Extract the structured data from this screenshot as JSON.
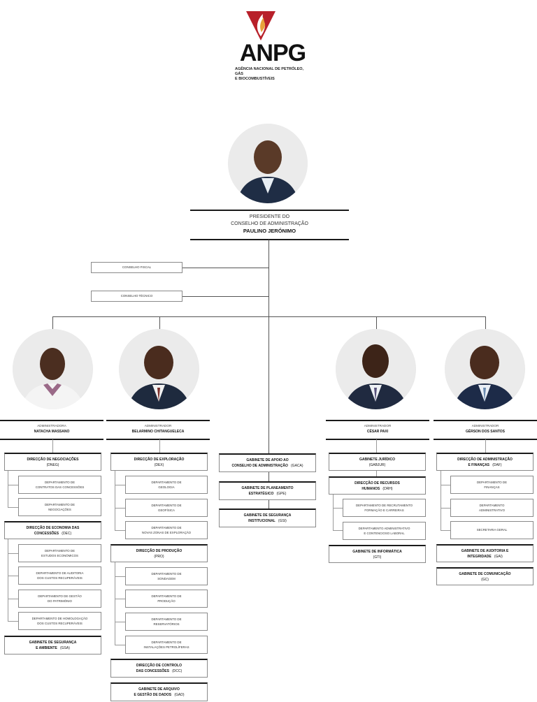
{
  "brand": {
    "acronym": "ANPG",
    "full_name_line1": "AGÊNCIA NACIONAL DE PETRÓLEO, GÁS",
    "full_name_line2": "E BIOCOMBUSTÍVEIS",
    "logo_color": "#b8202a",
    "flame_color": "#e8a33a"
  },
  "president": {
    "role_line1": "PRESIDENTE DO",
    "role_line2": "CONSELHO DE ADMINISTRAÇÃO",
    "name": "PAULINO JERÓNIMO"
  },
  "advisory": {
    "fiscal": "CONSELHO FISCAL",
    "technical": "CONSELHO TÉCNICO"
  },
  "central": [
    {
      "line1": "GABINETE DE APOIO AO",
      "line2": "CONSELHO DE ADMINISTRAÇÃO",
      "abbr": "(GACA)"
    },
    {
      "line1": "GABINETE DE PLANEAMENTO",
      "line2": "ESTRATÉGICO",
      "abbr": "(GPE)"
    },
    {
      "line1": "GABINETE DE SEGURANÇA",
      "line2": "INSTITUCIONAL",
      "abbr": "(GSI)"
    }
  ],
  "admin1": {
    "title": "ADMINISTRADORA",
    "name": "NATACHA MASSANO",
    "units": [
      {
        "line1": "DIRECÇÃO DE NEGOCIAÇÕES",
        "line2": "(DNEG)",
        "abbr": ""
      },
      {
        "line1": "DEPARTAMENTO DE",
        "line2": "CONTRATOS DAS CONCESSÕES"
      },
      {
        "line1": "DEPARTAMENTO DE",
        "line2": "NEGOCIAÇÕES"
      },
      {
        "line1": "DIRECÇÃO DE ECONOMIA DAS",
        "line2": "CONCESSÕES",
        "abbr": "(DEC)"
      },
      {
        "line1": "DEPARTAMENTO DE",
        "line2": "ESTUDOS ECONÓMICOS"
      },
      {
        "line1": "DEPARTAMENTO DE AUDITORIA",
        "line2": "DOS CUSTOS RECUPERÁVEIS"
      },
      {
        "line1": "DEPARTAMENTO DE GESTÃO",
        "line2": "DO PATRIMÓNIO"
      },
      {
        "line1": "DEPARTAMENTO DE HOMOLOGAÇÃO",
        "line2": "DOS CUSTOS RECUPERÁVEIS"
      },
      {
        "line1": "GABINETE DE SEGURANÇA",
        "line2": "E AMBIENTE",
        "abbr": "(GSA)"
      }
    ]
  },
  "admin2": {
    "title": "ADMINISTRADOR",
    "name": "BELARMINO CHITANGUELECA",
    "units": [
      {
        "line1": "DIRECÇÃO DE EXPLORAÇÃO",
        "line2": "(DEX)"
      },
      {
        "line1": "DEPARTAMENTO DE",
        "line2": "GEOLOGIA"
      },
      {
        "line1": "DEPARTAMENTO DE",
        "line2": "GEOFÍSICA"
      },
      {
        "line1": "DEPARTAMENTO DE",
        "line2": "NOVAS ZONAS DE EXPLORAÇÃO"
      },
      {
        "line1": "DIRECÇÃO DE PRODUÇÃO",
        "line2": "(PRO)"
      },
      {
        "line1": "DEPARTAMENTO DE",
        "line2": "SONDAGEM"
      },
      {
        "line1": "DEPARTAMENTO DE",
        "line2": "PRODUÇÃO"
      },
      {
        "line1": "DEPARTAMENTO DE",
        "line2": "RESERVATÓRIOS"
      },
      {
        "line1": "DEPARTAMENTO DE",
        "line2": "INSTALAÇÕES PETROLÍFERAS"
      },
      {
        "line1": "DIRECÇÃO DE CONTROLO",
        "line2": "DAS CONCESSÕES",
        "abbr": "(DCC)"
      },
      {
        "line1": "GABINETE DE ARQUIVO",
        "line2": "E GESTÃO DE DADOS",
        "abbr": "(GAD)"
      }
    ]
  },
  "admin3": {
    "title": "ADMINISTRADOR",
    "name": "CÉSAR PAXI",
    "units": [
      {
        "line1": "GABINETE JURÍDICO",
        "line2": "(GABJUR)"
      },
      {
        "line1": "DIRECÇÃO DE RECURSOS",
        "line2": "HUMANOS",
        "abbr": "(DRH)"
      },
      {
        "line1": "DEPARTAMENTO DE RECRUTAMENTO",
        "line2": "FORMAÇÃO E CARREIRAS"
      },
      {
        "line1": "DEPARTAMENTO ADMINISTRATIVO",
        "line2": "E CONTENCIOSO LABORAL"
      },
      {
        "line1": "GABINETE DE INFORMÁTICA",
        "line2": "(GTI)"
      }
    ]
  },
  "admin4": {
    "title": "ADMINISTRADOR",
    "name": "GÉRSON DOS SANTOS",
    "units": [
      {
        "line1": "DIRECÇÃO DE ADMINISTRAÇÃO",
        "line2": "E FINANÇAS",
        "abbr": "(DAF)"
      },
      {
        "line1": "DEPARTAMENTO DE",
        "line2": "FINANÇAS"
      },
      {
        "line1": "DEPARTAMENTO",
        "line2": "ADMINISTRATIVO"
      },
      {
        "line1": "SECRETARIA GERAL",
        "line2": ""
      },
      {
        "line1": "GABINETE DE AUDITORIA E",
        "line2": "INTEGRIDADE",
        "abbr": "(GAI)"
      },
      {
        "line1": "GABINETE DE COMUNICAÇÃO",
        "line2": "(GC)"
      }
    ]
  }
}
